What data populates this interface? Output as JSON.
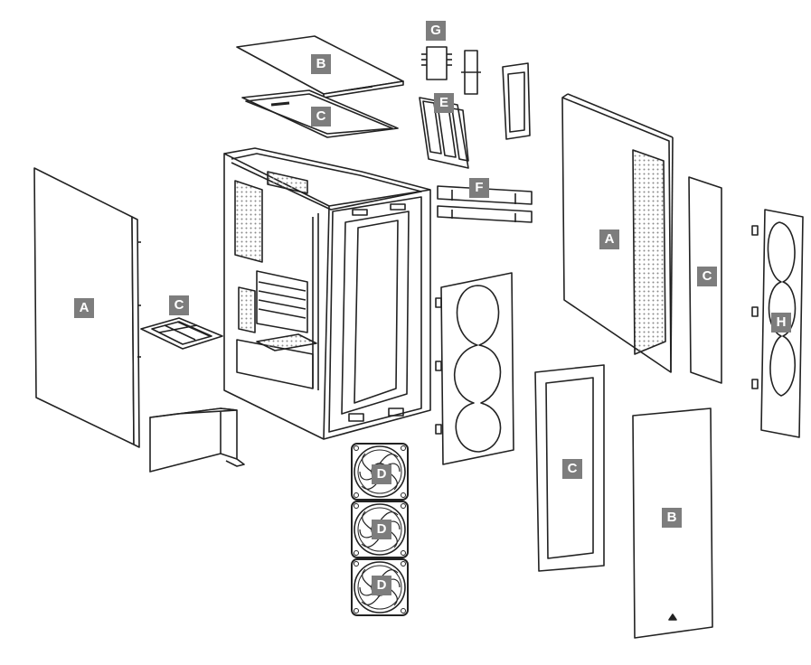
{
  "labels": {
    "A": "A",
    "B": "B",
    "C": "C",
    "D": "D",
    "E": "E",
    "F": "F",
    "G": "G",
    "H": "H"
  },
  "colors": {
    "stroke": "#222222",
    "label_bg": "#7d7d7d",
    "label_fg": "#ffffff",
    "mesh": "#9a9a9a"
  }
}
